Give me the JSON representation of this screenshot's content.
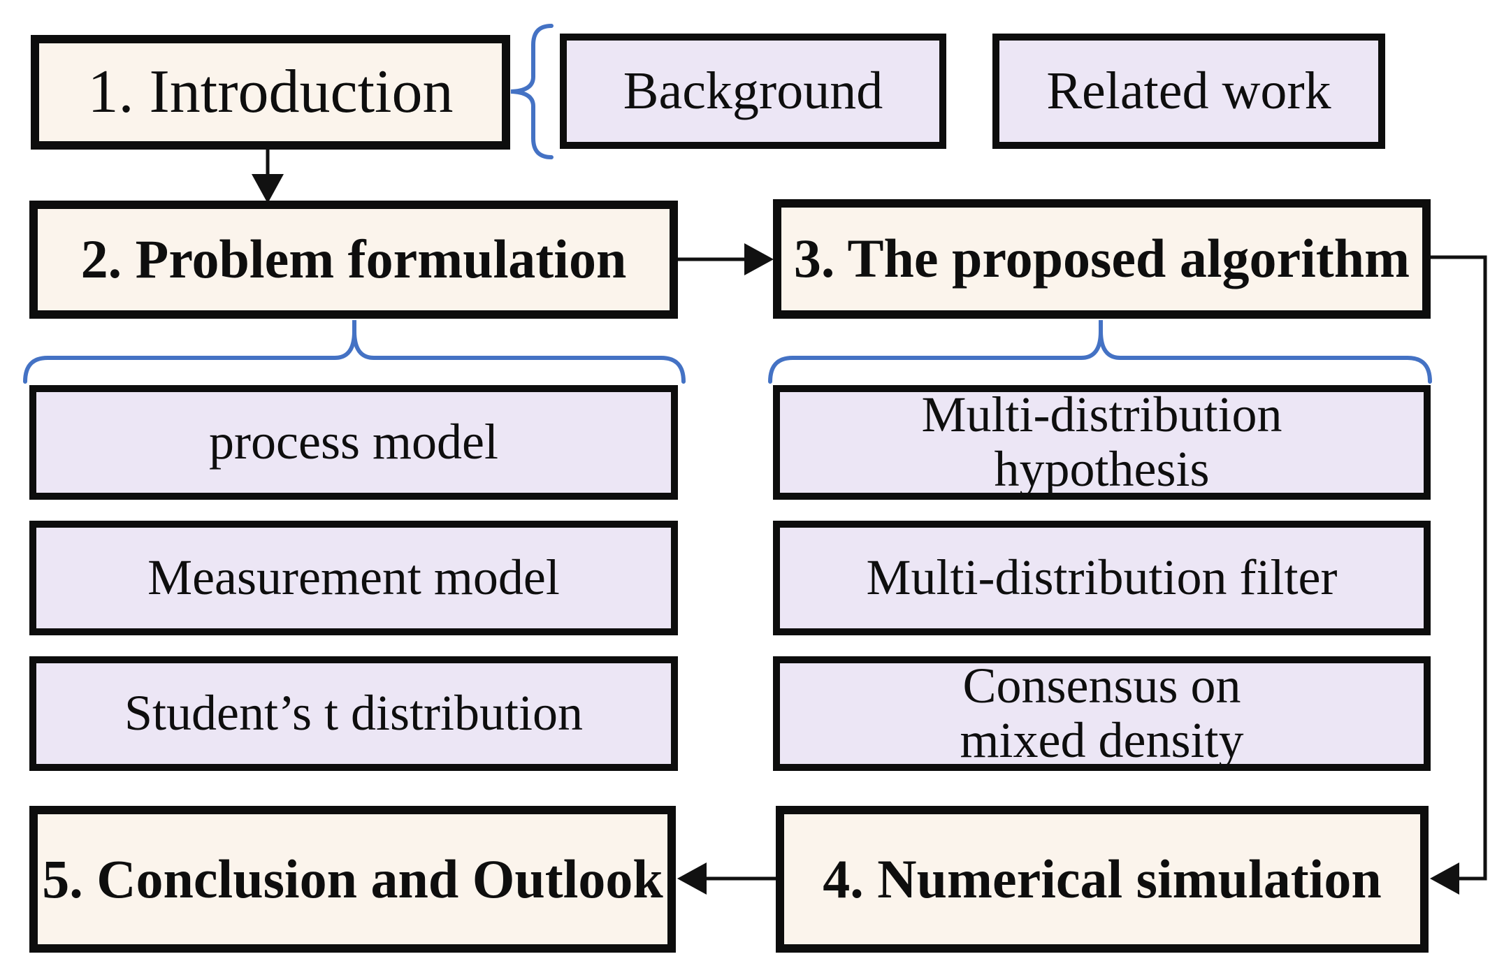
{
  "diagram": {
    "type": "flowchart",
    "colors": {
      "section_box_fill": "#fbf4ec",
      "sub_box_fill": "#ece6f5",
      "box_border": "#0d0d0d",
      "brace_blue": "#4472c4",
      "arrow_black": "#111111",
      "background": "#ffffff"
    },
    "nodes": {
      "introduction": "1. Introduction",
      "background": "Background",
      "related_work": "Related work",
      "problem_formulation": "2. Problem formulation",
      "proposed_algorithm": "3. The proposed algorithm",
      "process_model": "process model",
      "measurement_model": "Measurement model",
      "students_t_distribution": "Student’s t distribution",
      "multi_distribution_hypothesis": "Multi-distribution\nhypothesis",
      "multi_distribution_filter": "Multi-distribution filter",
      "consensus_mixed_density": "Consensus on\nmixed density",
      "numerical_simulation": "4. Numerical simulation",
      "conclusion_outlook": "5. Conclusion and Outlook"
    }
  }
}
